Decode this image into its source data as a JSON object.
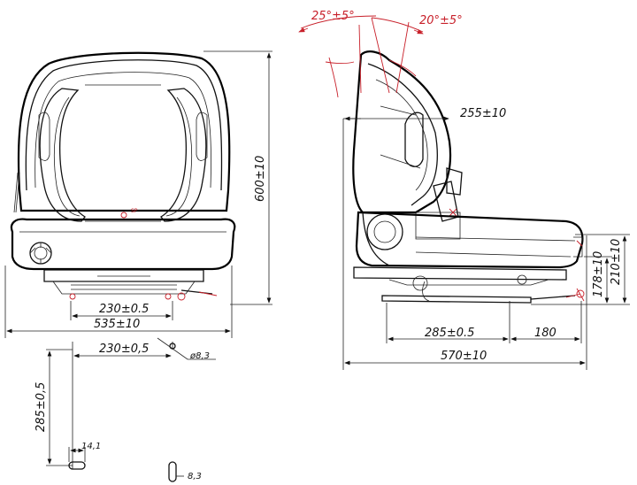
{
  "front_view": {
    "width_mount": "230±0.5",
    "width_total": "535±10",
    "height_total": "600±10",
    "seat_marker": "SP"
  },
  "mount_pattern": {
    "spacing_x": "230±0,5",
    "spacing_y": "285±0,5",
    "hole_diameter": "ø8,3",
    "slot_length": "14,1",
    "slot_width": "8,3"
  },
  "side_view": {
    "angle_back": "25°±5°",
    "angle_front": "20°±5°",
    "depth_back": "255±10",
    "height_seat": "210±10",
    "height_rail": "178±10",
    "rail_spacing": "285±0.5",
    "rail_travel": "180",
    "depth_total": "570±10"
  },
  "colors": {
    "line": "#111111",
    "annotation_red": "#c8202a"
  }
}
